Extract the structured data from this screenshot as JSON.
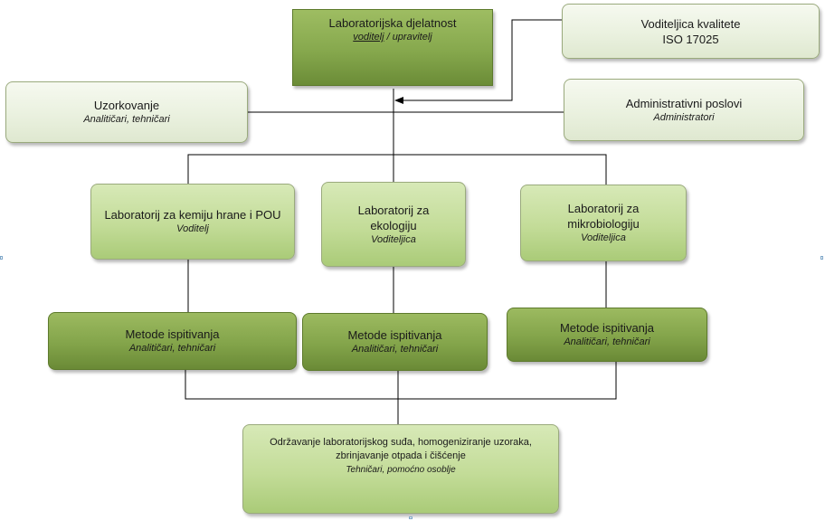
{
  "colors": {
    "top_box": "#86a84d",
    "pale_box": "#eaf1df",
    "lab_box": "#c3dc98",
    "method_box": "#83a44a",
    "connector": "#000000"
  },
  "top": {
    "title": "Laboratorijska djelatnost",
    "role_a": "voditelj",
    "role_sep": " / ",
    "role_b": "upravitelj"
  },
  "quality": {
    "title": "Voditeljica kvalitete",
    "standard": "ISO 17025"
  },
  "sampling": {
    "title": "Uzorkovanje",
    "role": "Analitičari, tehničari"
  },
  "admin": {
    "title": "Administrativni poslovi",
    "role": "Administratori"
  },
  "labs": [
    {
      "title": "Laboratorij za kemiju hrane i POU",
      "role": "Voditelj"
    },
    {
      "title": "Laboratorij za ekologiju",
      "role": "Voditeljica"
    },
    {
      "title": "Laboratorij za mikrobiologiju",
      "role": "Voditeljica"
    }
  ],
  "methods": [
    {
      "title": "Metode ispitivanja",
      "role": "Analitičari, tehničari"
    },
    {
      "title": "Metode ispitivanja",
      "role": "Analitičari, tehničari"
    },
    {
      "title": "Metode ispitivanja",
      "role": "Analitičari, tehničari"
    }
  ],
  "support": {
    "title": "Održavanje laboratorijskog suđa, homogeniziranje uzoraka, zbrinjavanje otpada i čišćenje",
    "role": "Tehničari, pomoćno osoblje"
  }
}
